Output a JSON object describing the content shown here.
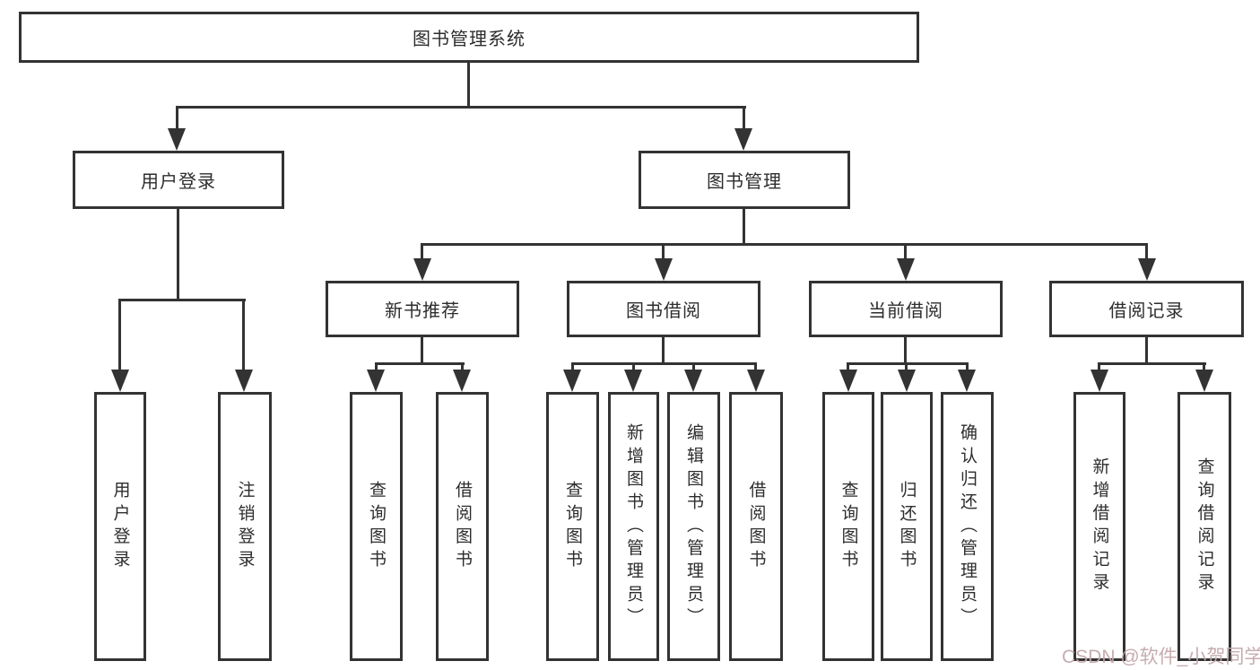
{
  "diagram": {
    "title": "图书管理系统",
    "root": {
      "label": "图书管理系统"
    },
    "level2": [
      {
        "label": "用户登录"
      },
      {
        "label": "图书管理"
      }
    ],
    "level3": [
      {
        "label": "新书推荐"
      },
      {
        "label": "图书借阅"
      },
      {
        "label": "当前借阅"
      },
      {
        "label": "借阅记录"
      }
    ],
    "leaves": {
      "user_login": [
        "用户登录",
        "注销登录"
      ],
      "new_book": [
        "查询图书",
        "借阅图书"
      ],
      "borrow": [
        "查询图书",
        "新增图书（管理员）",
        "编辑图书（管理员）",
        "借阅图书"
      ],
      "current": [
        "查询图书",
        "归还图书",
        "确认归还（管理员）"
      ],
      "records": [
        "新增借阅记录",
        "查询借阅记录"
      ]
    }
  },
  "watermark": {
    "text": "CSDN @软件_小贺同学",
    "color": "#c3a8ac"
  },
  "colors": {
    "line": "#333333",
    "box_background": "#ffffff",
    "text": "#2d2d2d"
  }
}
